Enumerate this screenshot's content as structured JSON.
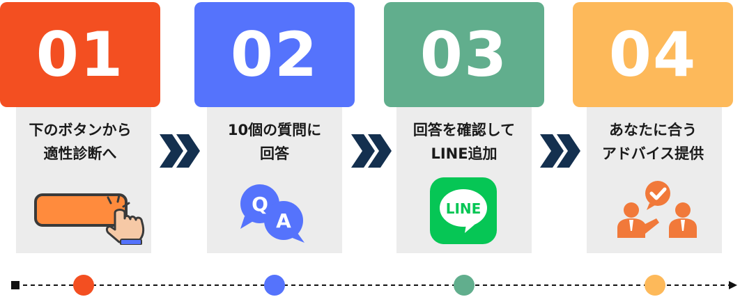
{
  "steps": [
    {
      "number": "01",
      "title_line1": "下のボタンから",
      "title_line2": "適性診断へ",
      "color": "#f34f21",
      "icon": "button-tap-icon"
    },
    {
      "number": "02",
      "title_line1": "10個の質問に",
      "title_line2": "回答",
      "color": "#5573fc",
      "icon": "qa-bubbles-icon",
      "icon_text_q": "Q",
      "icon_text_a": "A"
    },
    {
      "number": "03",
      "title_line1": "回答を確認して",
      "title_line2": "LINE追加",
      "color": "#61ae8d",
      "icon": "line-app-icon",
      "icon_text": "LINE"
    },
    {
      "number": "04",
      "title_line1": "あなたに合う",
      "title_line2": "アドバイス提供",
      "color": "#fdb95a",
      "icon": "advice-people-icon"
    }
  ],
  "colors": {
    "arrow": "#14304f",
    "timeline": "#111111",
    "button_fill": "#ff8b3d",
    "line_green": "#06c655",
    "people_orange": "#f1793a"
  }
}
